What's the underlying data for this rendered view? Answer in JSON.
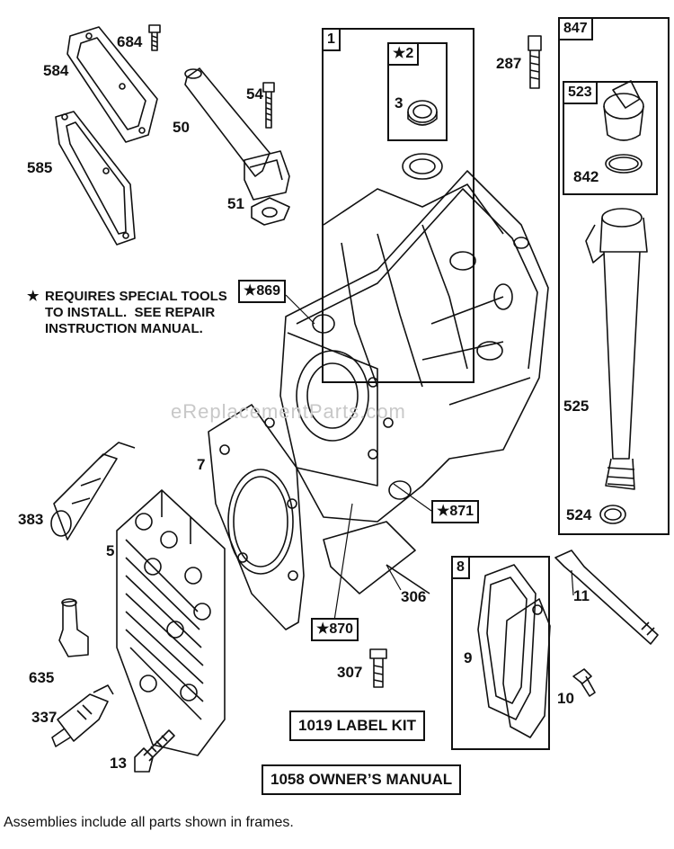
{
  "watermark": "eReplacementParts.com",
  "note": {
    "star": "★",
    "text": "REQUIRES SPECIAL TOOLS\nTO INSTALL.  SEE REPAIR\nINSTRUCTION MANUAL."
  },
  "frames": {
    "f1": "1",
    "f847": "847",
    "f523": "523",
    "f8": "8",
    "f2": "★2"
  },
  "callouts": {
    "c869": "★869",
    "c871": "★871",
    "c870": "★870"
  },
  "parts": {
    "p684": "684",
    "p584": "584",
    "p585": "585",
    "p54": "54",
    "p50": "50",
    "p51": "51",
    "p3": "3",
    "p287": "287",
    "p842": "842",
    "p525": "525",
    "p524": "524",
    "p7": "7",
    "p383": "383",
    "p5": "5",
    "p306": "306",
    "p307": "307",
    "p635": "635",
    "p337": "337",
    "p13": "13",
    "p9": "9",
    "p11": "11",
    "p10": "10"
  },
  "kits": {
    "label_kit": "1019 LABEL KIT",
    "owners_manual": "1058 OWNER’S MANUAL"
  },
  "footer": "Assemblies include all parts shown in frames."
}
